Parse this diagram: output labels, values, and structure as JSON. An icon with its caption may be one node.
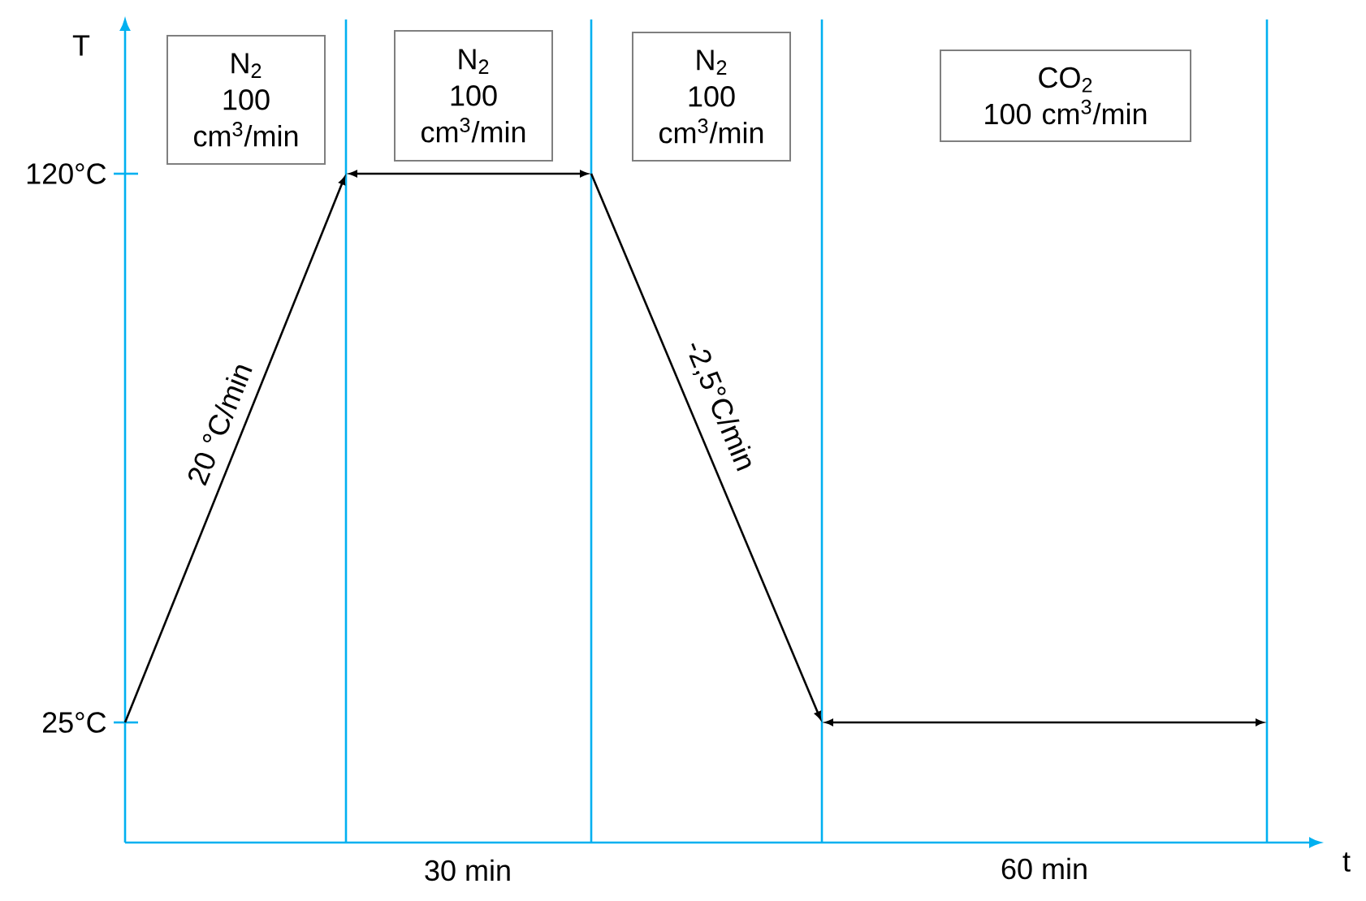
{
  "diagram": {
    "nodes": [
      {
        "text": [
          "N$_{2}$",
          "100 cm$^{3}$/min"
        ]
      },
      {
        "text": [
          "N$_{2}$",
          "100 cm$^{3}$/min"
        ]
      },
      {
        "text": [
          "N$_{2}$",
          "100 cm$^{3}$/min"
        ]
      },
      {
        "text": [
          "CO$_{2}$",
          "100 cm$^{3}$/min"
        ]
      }
    ],
    "labels": [
      "T",
      "120°C",
      "20 °C/min",
      "-2,5°C/min",
      "25°C",
      "30 min",
      "60 min",
      "t"
    ]
  }
}
